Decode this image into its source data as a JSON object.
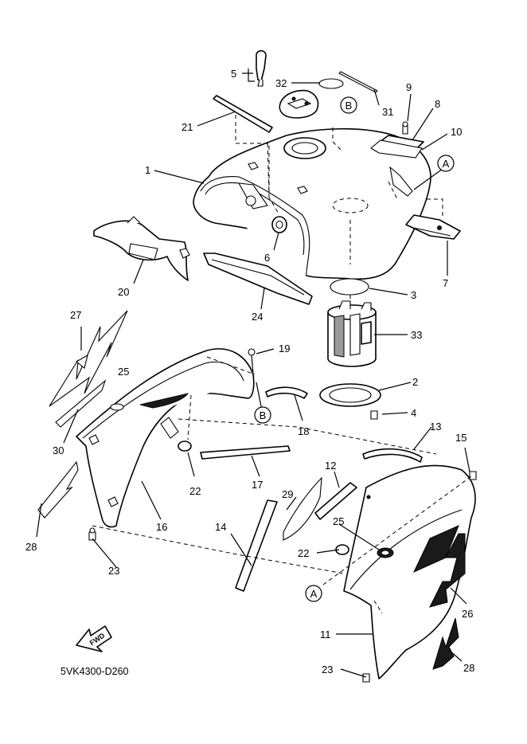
{
  "diagram_code": "5VK4300-D260",
  "fwd_label": "FWD",
  "ref_markers": {
    "a": "A",
    "b": "B"
  },
  "callouts": {
    "c1": "1",
    "c2": "2",
    "c3": "3",
    "c4": "4",
    "c5": "5",
    "c6": "6",
    "c7": "7",
    "c8": "8",
    "c9": "9",
    "c10": "10",
    "c11": "11",
    "c12": "12",
    "c13": "13",
    "c14": "14",
    "c15": "15",
    "c16": "16",
    "c17": "17",
    "c18": "18",
    "c19": "19",
    "c20": "20",
    "c21": "21",
    "c22a": "22",
    "c22b": "22",
    "c23a": "23",
    "c23b": "23",
    "c24": "24",
    "c25a": "25",
    "c25b": "25",
    "c26": "26",
    "c27": "27",
    "c28a": "28",
    "c28b": "28",
    "c29": "29",
    "c30": "30",
    "c31": "31",
    "c32": "32",
    "c33": "33"
  },
  "colors": {
    "line": "#000000",
    "background": "#ffffff",
    "decal": "#1a1a1a"
  }
}
